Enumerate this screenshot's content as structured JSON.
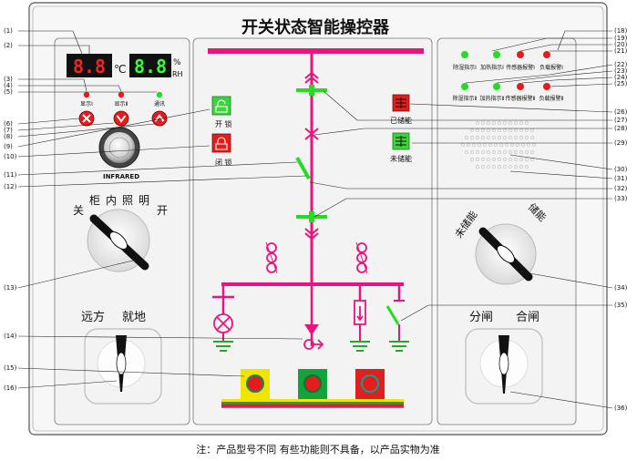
{
  "title": "开关状态智能操控器",
  "footnote": "注：产品型号不同 有些功能则不具备，以产品实物为准",
  "left_panel": {
    "temp_display": "8.8",
    "temp_unit": "℃",
    "humidity_display": "8.8",
    "humidity_unit_pct": "%",
    "humidity_unit_rh": "RH",
    "indicator_labels": [
      "显示Ⅰ",
      "显示Ⅱ",
      "通讯"
    ],
    "unlock_label": "开 锁",
    "lock_label": "闭 锁",
    "infrared_label": "INFRARED",
    "lighting_switch": {
      "label_off": "关",
      "label_main": "柜内照明",
      "label_on": "开"
    },
    "remote_switch": {
      "label_remote": "远方",
      "label_local": "就地"
    }
  },
  "center_panel": {
    "energy_stored_label": "已储能",
    "energy_not_stored_label": "未储能"
  },
  "right_panel": {
    "indicators_row1": [
      "除湿指示Ⅰ",
      "加热指示Ⅰ",
      "传感器报警Ⅰ",
      "负载报警Ⅰ"
    ],
    "indicators_row2": [
      "除湿指示Ⅱ",
      "加热指示Ⅱ",
      "传感器报警Ⅱ",
      "负载报警Ⅱ"
    ],
    "storage_switch": {
      "label_not_stored": "未储能",
      "label_stored": "储能"
    },
    "open_close_switch": {
      "label_open": "分闸",
      "label_close": "合闸"
    }
  },
  "callouts_left": [
    "(1)",
    "(2)",
    "(3)",
    "(4)",
    "(5)",
    "(6)",
    "(7)",
    "(8)",
    "(9)",
    "(10)",
    "(11)",
    "(12)",
    "(13)",
    "(14)",
    "(15)",
    "(16)"
  ],
  "callouts_right": [
    "(18)",
    "(19)",
    "(20)",
    "(21)",
    "(22)",
    "(23)",
    "(24)",
    "(25)",
    "(26)",
    "(27)",
    "(28)",
    "(29)",
    "(30)",
    "(31)",
    "(32)",
    "(33)",
    "(34)",
    "(35)",
    "(36)"
  ],
  "colors": {
    "bus": "#e8157c",
    "indicator_green": "#22dd22",
    "indicator_red": "#e51c1c",
    "panel_bg": "#f3f3f3",
    "display_bg": "#111111",
    "display_red": "#ff2020",
    "display_green": "#33ff33"
  }
}
